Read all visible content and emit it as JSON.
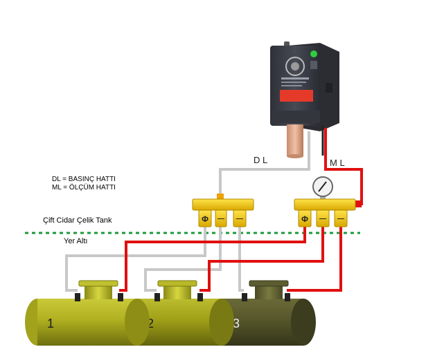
{
  "legend": {
    "line1": "DL = BASINÇ HATTI",
    "line2": "ML = ÖLÇÜM HATTI"
  },
  "labels": {
    "tank_type": "Çift Cidar Çelik Tank",
    "underground": "Yer Altı",
    "dl": "D L",
    "ml": "M L"
  },
  "tanks": [
    {
      "number": "1"
    },
    {
      "number": "2"
    },
    {
      "number": "3"
    }
  ],
  "manifold_symbols": {
    "phi": "Φ",
    "dash": "—"
  },
  "colors": {
    "pressure_line": "#c8c8c8",
    "measurement_line": "#e01010",
    "manifold": "#f0c800",
    "tank_light": "#b5b520",
    "tank_dark": "#5a5a2a",
    "ground_line": "#1a9a3a",
    "device_body": "#3a3d45",
    "device_red": "#e53a2a"
  }
}
